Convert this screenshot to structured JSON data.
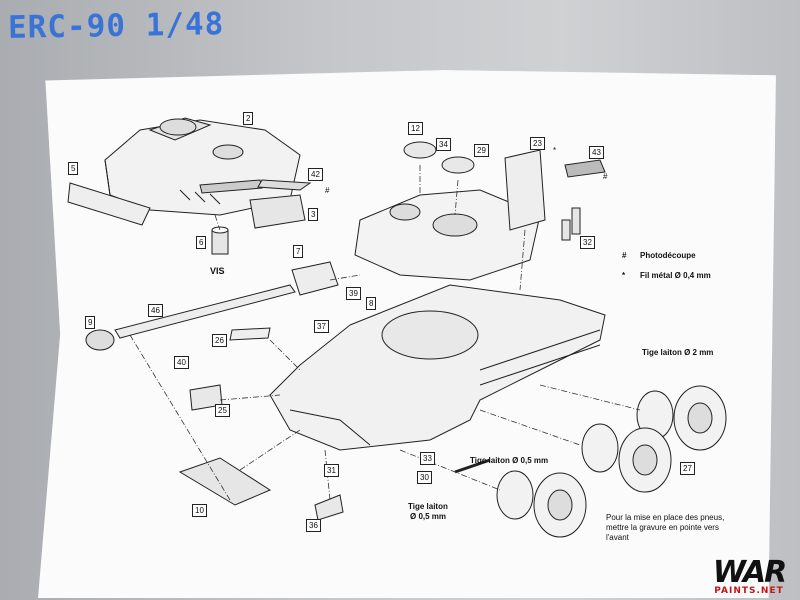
{
  "title": "ERC-90 1/48",
  "labels": {
    "p2": "2",
    "p5": "5",
    "p42": "42",
    "p3": "3",
    "p6": "6",
    "p7": "7",
    "p46": "46",
    "p9": "9",
    "p26": "26",
    "p37": "37",
    "p40": "40",
    "p25": "25",
    "p10": "10",
    "p31": "31",
    "p33": "33",
    "p30": "30",
    "p36": "36",
    "p39": "39",
    "p8": "8",
    "p12": "12",
    "p34": "34",
    "p29": "29",
    "p23": "23",
    "p43": "43",
    "p32": "32",
    "p27": "27",
    "hash": "#",
    "star": "*"
  },
  "vis": "VIS",
  "legend": {
    "photo_symbol": "#",
    "photo_text": "Photodécoupe",
    "wire_symbol": "*",
    "wire_text": "Fil métal Ø 0,4 mm"
  },
  "callouts": {
    "rod2": "Tige laiton Ø 2 mm",
    "rod05a": "Tige laiton Ø 0,5 mm",
    "rod05b_line1": "Tige laiton",
    "rod05b_line2": "Ø 0,5 mm"
  },
  "tyre_note": {
    "line1": "Pour la mise en place des pneus,",
    "line2": "mettre la gravure en pointe vers",
    "line3": "l'avant"
  },
  "logo": {
    "big": "WAR",
    "small": "PAINTS.NET"
  },
  "colors": {
    "title": "#3a73d8",
    "logo_red": "#c0161a"
  }
}
